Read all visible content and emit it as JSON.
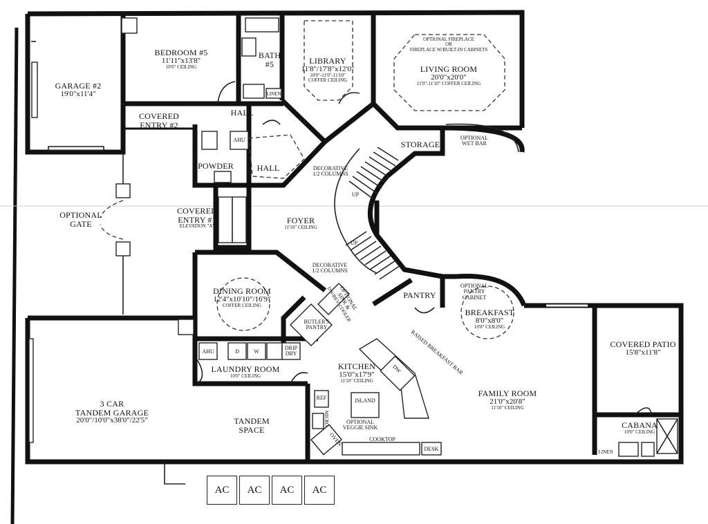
{
  "rooms": {
    "garage2": {
      "name": "GARAGE #2",
      "dims": "19'0\"x11'4\""
    },
    "bedroom5": {
      "name": "BEDROOM #5",
      "dims": "11'11\"x13'8\"",
      "ceiling": "10'0\" CEILING"
    },
    "bath5": {
      "name": "BATH",
      "number": "#5"
    },
    "library": {
      "name": "LIBRARY",
      "dims": "11'8\"/17'8\"x12'0\"",
      "ceiling1": "10'0\"-11'0\"-11'10\"",
      "ceiling2": "COFFER CEILING"
    },
    "living": {
      "name": "LIVING ROOM",
      "dims": "20'0\"x20'0\"",
      "ceiling": "11'0\"-11'10\" COFFER CEILING"
    },
    "covered_entry2": {
      "name1": "COVERED",
      "name2": "ENTRY #2"
    },
    "hall_upper": {
      "name": "HALL"
    },
    "hall_lower": {
      "name": "HALL"
    },
    "powder": {
      "name": "POWDER"
    },
    "storage": {
      "name": "STORAGE"
    },
    "optional_gate": {
      "name1": "OPTIONAL",
      "name2": "GATE"
    },
    "covered_entry1": {
      "name1": "COVERED",
      "name2": "ENTRY #1",
      "elevation": "ELEVATION \"A\""
    },
    "foyer": {
      "name": "FOYER",
      "ceiling": "11'10\" CEILING"
    },
    "dining": {
      "name": "DINING ROOM",
      "dims": "12'4\"x10'10\"/16'9\"",
      "ceiling": "COFFER CEILING"
    },
    "pantry": {
      "name": "PANTRY"
    },
    "breakfast": {
      "name": "BREAKFAST",
      "dims": "8'0\"x8'0\"",
      "ceiling": "10'8\" CEILING"
    },
    "covered_patio": {
      "name": "COVERED PATIO",
      "dims": "15'8\"x11'8\""
    },
    "garage3": {
      "name1": "3 CAR",
      "name2": "TANDEM GARAGE",
      "dims": "20'0\"/10'0\"x38'0\"/22'5\""
    },
    "laundry": {
      "name": "LAUNDRY ROOM",
      "ceiling": "10'0\" CEILING"
    },
    "kitchen": {
      "name": "KITCHEN",
      "dims": "15'0\"x17'9\"",
      "ceiling": "11'10\" CEILING"
    },
    "family": {
      "name": "FAMILY ROOM",
      "dims": "21'0\"x20'8\"",
      "ceiling": "11'10\" CEILING"
    },
    "tandem_space": {
      "name1": "TANDEM",
      "name2": "SPACE"
    },
    "cabana": {
      "name": "CABANA",
      "ceiling": "10'0\" CEILING"
    }
  },
  "notes": {
    "fireplace1": "OPTIONAL FIREPLACE",
    "fireplace2": "OR",
    "fireplace3": "FIREPLACE w/BUILT-IN CABINETS",
    "wetbar1": "OPTIONAL",
    "wetbar2": "WET BAR",
    "columns_upper1": "DECORATIVE",
    "columns_upper2": "1/2 COLUMNS",
    "columns_lower1": "DECORATIVE",
    "columns_lower2": "1/2 COLUMNS",
    "up_upper": "UP",
    "up_lower": "UP",
    "sink1": "OPTIONAL",
    "sink2": "SINK &",
    "sink3": "DW/BEV. COOLER",
    "butlers1": "BUTLER'S",
    "butlers2": "PANTRY",
    "pantry_cab1": "OPTIONAL",
    "pantry_cab2": "PANTRY",
    "pantry_cab3": "CABINET",
    "raised_bar": "RAISED BREAKFAST BAR",
    "island": "ISLAND",
    "veggie1": "OPTIONAL",
    "veggie2": "VEGGIE SINK",
    "cooktop": "COOKTOP",
    "desk": "DESK",
    "dw": "DW",
    "ref": "REF",
    "micro": "MICRO",
    "oven": "OVEN",
    "ahu_upper": "AHU",
    "ahu_lower": "AHU",
    "d": "D",
    "w": "W",
    "drip1": "DRIP",
    "drip2": "DRY",
    "linen_bath": "LINEN",
    "linen_cabana": "LINEN"
  },
  "ac_units": [
    "AC",
    "AC",
    "AC",
    "AC"
  ]
}
